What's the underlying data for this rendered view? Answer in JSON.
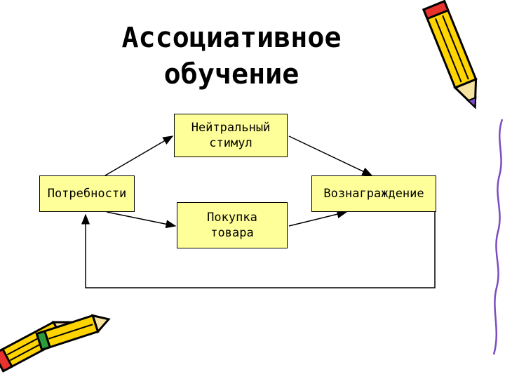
{
  "title": {
    "line1": "Ассоциативное",
    "line2": "обучение"
  },
  "nodes": {
    "neutral": {
      "line1": "Нейтральный",
      "line2": "стимул"
    },
    "needs": {
      "label": "Потребности"
    },
    "buy": {
      "line1": "Покупка",
      "line2": "товара"
    },
    "reward": {
      "label": "Вознаграждение"
    }
  },
  "edges": [
    {
      "from": "needs",
      "to": "neutral"
    },
    {
      "from": "neutral",
      "to": "reward"
    },
    {
      "from": "needs",
      "to": "buy"
    },
    {
      "from": "buy",
      "to": "reward"
    },
    {
      "from": "reward",
      "to": "needs",
      "route": "loop-below"
    }
  ],
  "colors": {
    "box_fill": "#ffff99",
    "pencil_body": "#ffd400",
    "pencil_accent": "#e8322d",
    "pencil_tip_top": "#7a4dc0",
    "pencil_cap_bottom": "#2e9b3a"
  },
  "decorations": [
    "pencil-icon",
    "pencil-icon",
    "pencil-icon",
    "squiggle-line"
  ]
}
